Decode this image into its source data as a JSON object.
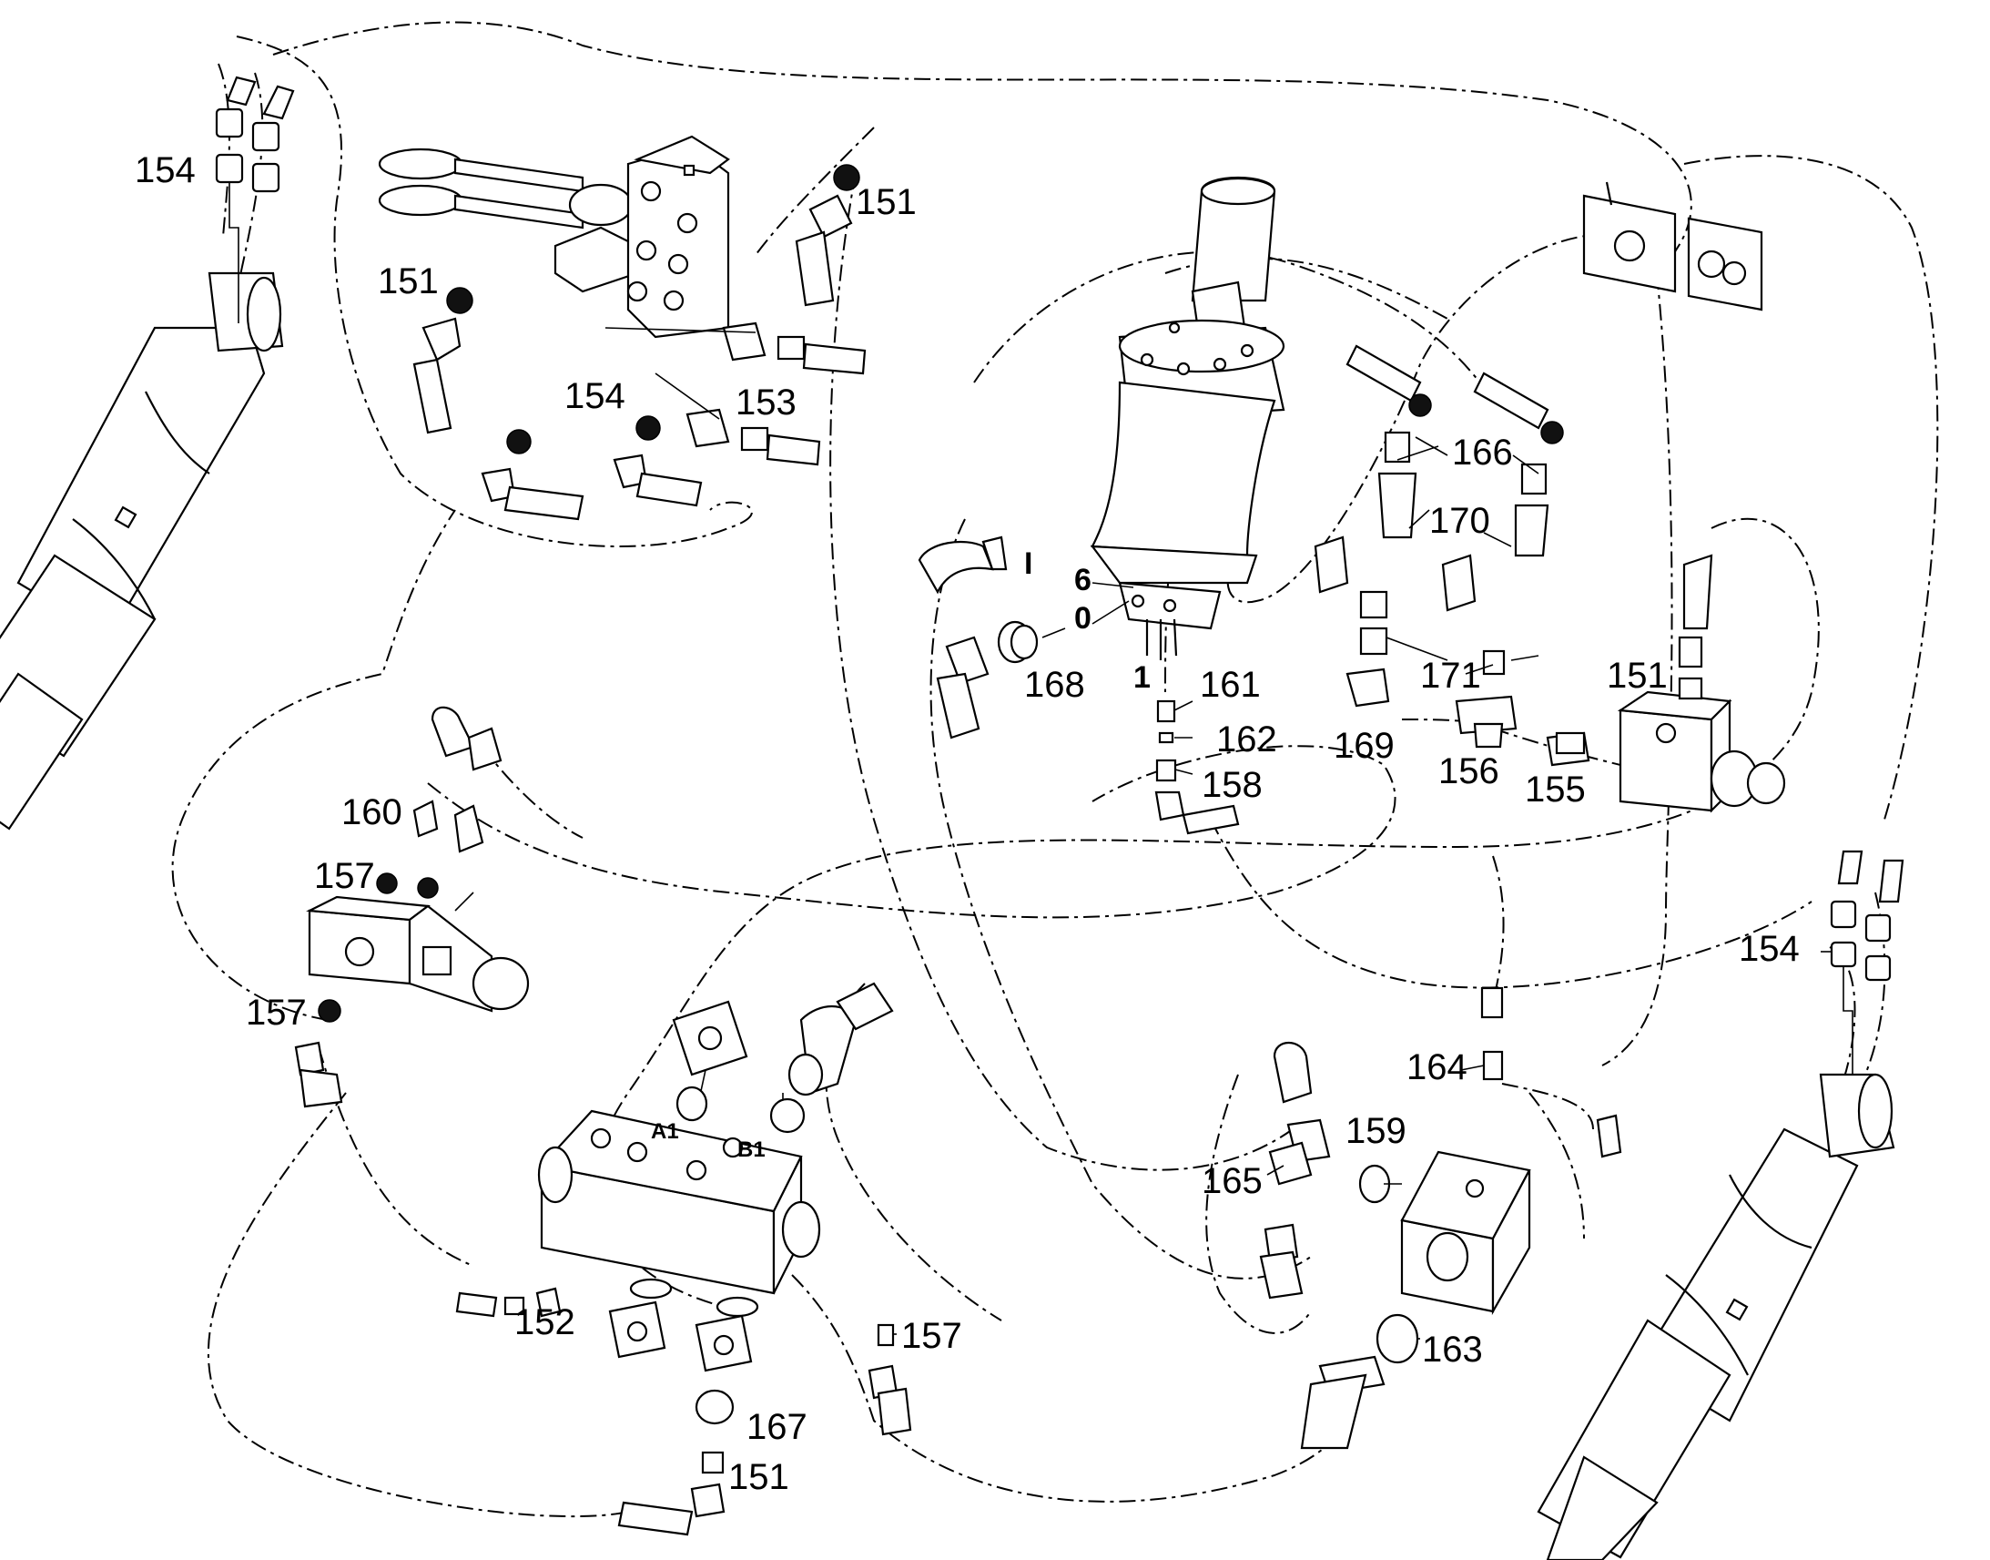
{
  "callouts": {
    "c154_top_left": "154",
    "c151_valve_left": "151",
    "c151_top_center": "151",
    "c154_center": "154",
    "c153": "153",
    "c166": "166",
    "c170": "170",
    "c171": "171",
    "c169": "169",
    "c151_right": "151",
    "c156": "156",
    "c155": "155",
    "c168": "168",
    "c161": "161",
    "c162": "162",
    "c158": "158",
    "c160": "160",
    "c157_upper": "157",
    "c157_left": "157",
    "c152": "152",
    "c157_bottom": "157",
    "c167": "167",
    "c151_bottom": "151",
    "c164": "164",
    "c159": "159",
    "c165": "165",
    "c163": "163",
    "c154_right": "154"
  },
  "port_labels": {
    "p_I": "I",
    "p_6": "6",
    "p_0": "0",
    "p_1": "1",
    "p_A1": "A1",
    "p_B1": "B1"
  }
}
